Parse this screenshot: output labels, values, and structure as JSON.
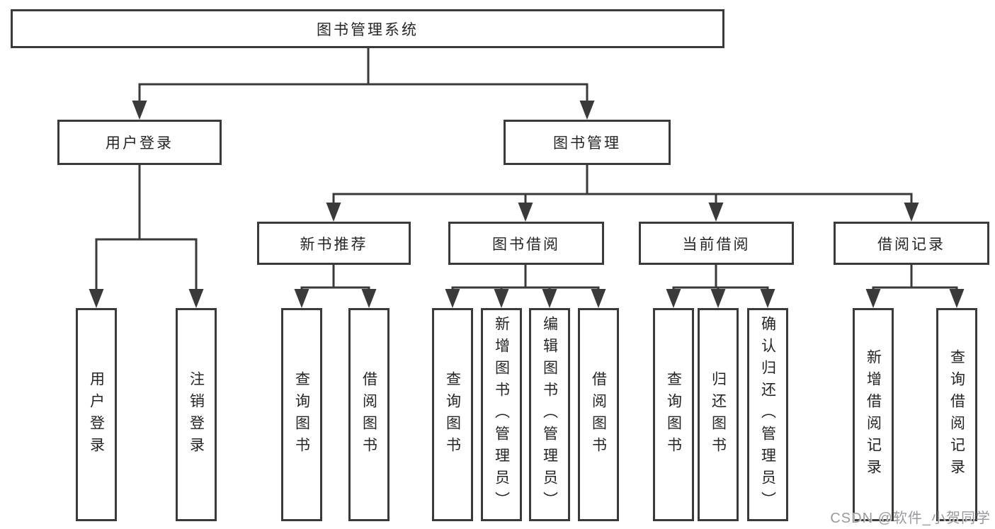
{
  "diagram": {
    "type": "tree",
    "line_color": "#3a3a3a",
    "box_background": "#ffffff",
    "text_color": "#252528",
    "root": {
      "label": "图书管理系统",
      "children": [
        {
          "label": "用户登录",
          "children": [
            {
              "label": "用户登录"
            },
            {
              "label": "注销登录"
            }
          ]
        },
        {
          "label": "图书管理",
          "children": [
            {
              "label": "新书推荐",
              "children": [
                {
                  "label": "查询图书"
                },
                {
                  "label": "借阅图书"
                }
              ]
            },
            {
              "label": "图书借阅",
              "children": [
                {
                  "label": "查询图书"
                },
                {
                  "label": "新增图书（管理员）"
                },
                {
                  "label": "编辑图书（管理员）"
                },
                {
                  "label": "借阅图书"
                }
              ]
            },
            {
              "label": "当前借阅",
              "children": [
                {
                  "label": "查询图书"
                },
                {
                  "label": "归还图书"
                },
                {
                  "label": "确认归还（管理员）"
                }
              ]
            },
            {
              "label": "借阅记录",
              "children": [
                {
                  "label": "新增借阅记录"
                },
                {
                  "label": "查询借阅记录"
                }
              ]
            }
          ]
        }
      ]
    }
  },
  "watermark": {
    "text": "CSDN @软件_小贺同学"
  }
}
